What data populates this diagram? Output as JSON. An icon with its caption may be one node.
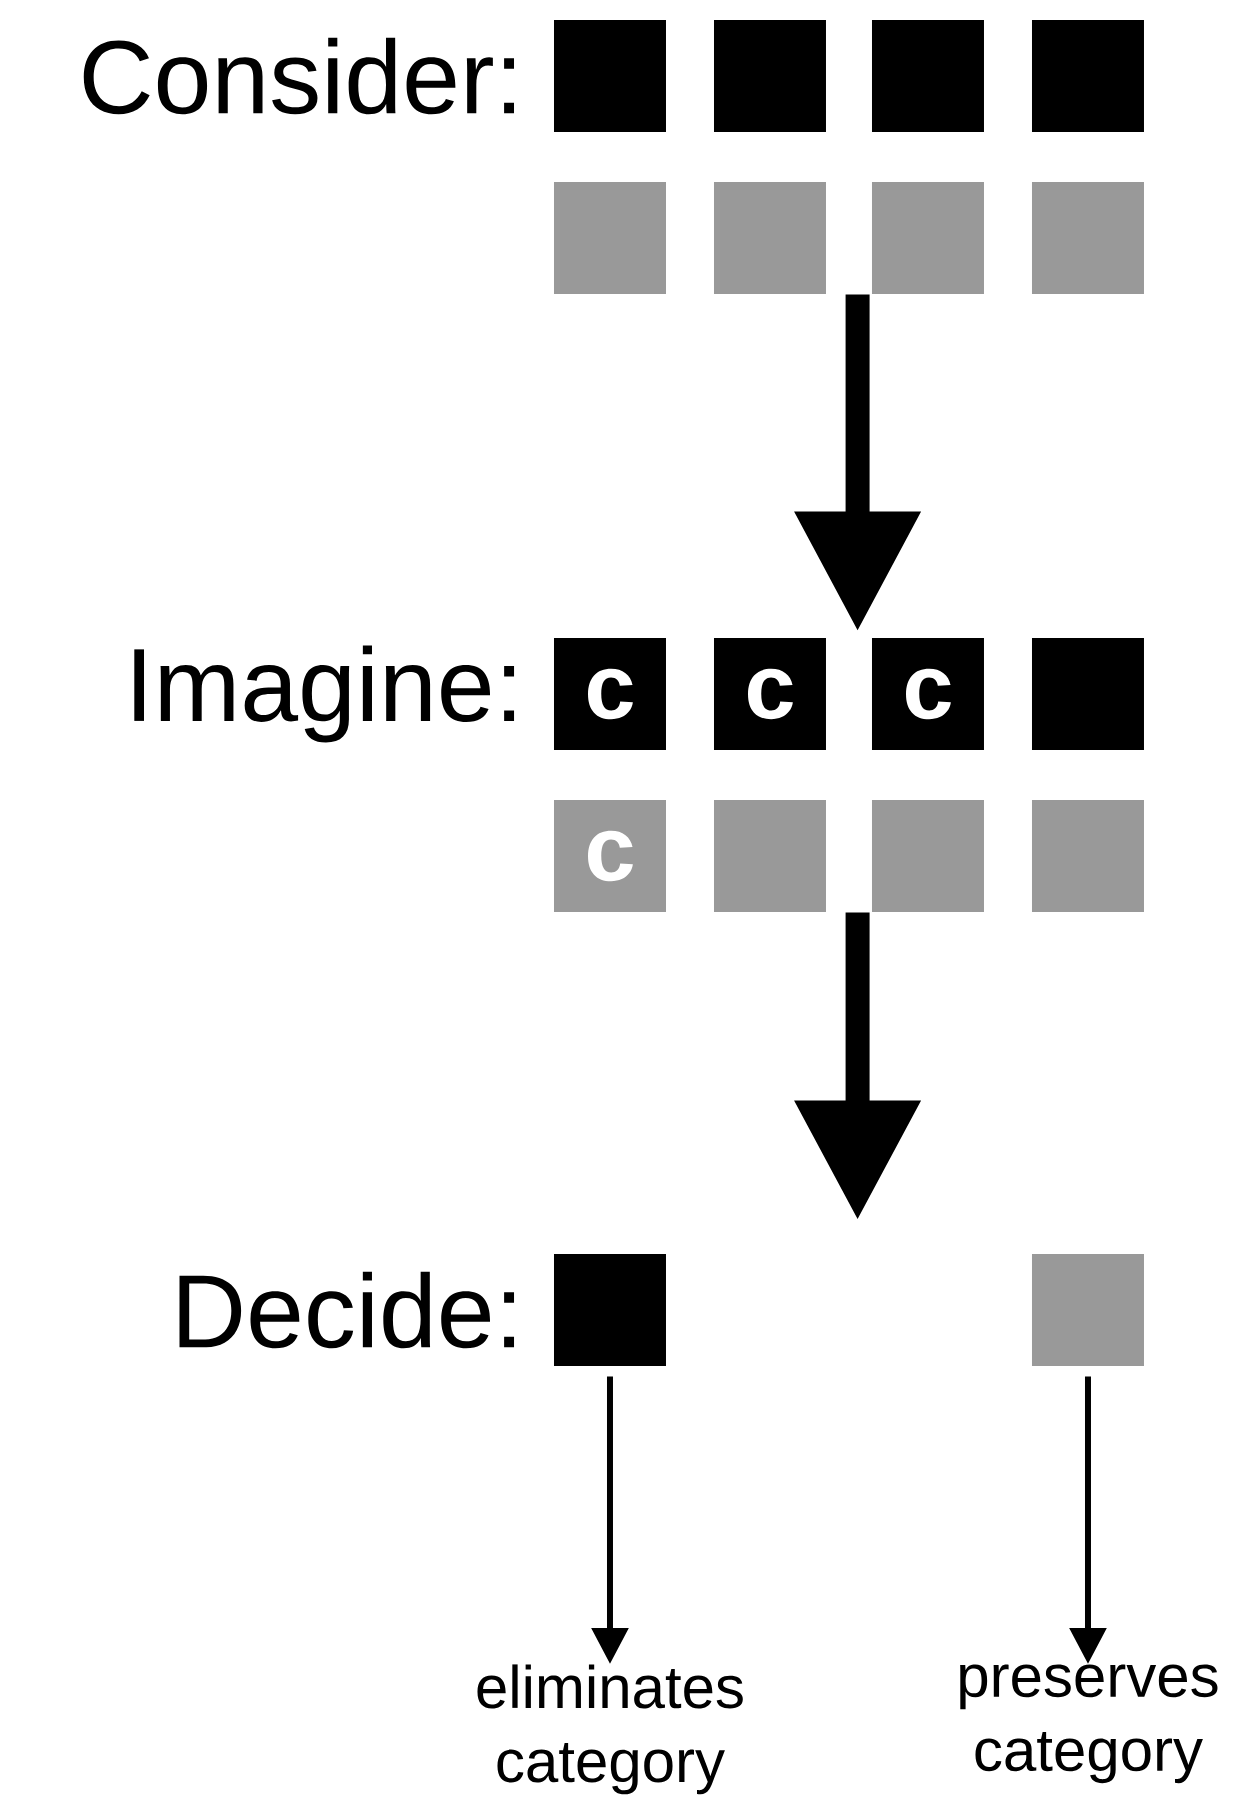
{
  "diagram": {
    "nodes": [
      {
        "text": [],
        "shape": "box"
      },
      {
        "text": [],
        "shape": "box"
      },
      {
        "text": [],
        "shape": "box"
      },
      {
        "text": [],
        "shape": "box"
      },
      {
        "text": [],
        "shape": "box"
      },
      {
        "text": [],
        "shape": "box"
      },
      {
        "text": [],
        "shape": "box"
      },
      {
        "text": [],
        "shape": "box"
      },
      {
        "text": [
          "c"
        ]
      },
      {
        "text": [
          "c"
        ]
      },
      {
        "text": [
          "c"
        ]
      },
      {
        "text": [],
        "shape": "box"
      },
      {
        "text": [
          "c"
        ]
      },
      {
        "text": [],
        "shape": "box"
      },
      {
        "text": [],
        "shape": "box"
      },
      {
        "text": [],
        "shape": "box"
      },
      {
        "text": [],
        "shape": "box"
      },
      {
        "text": [],
        "shape": "box"
      },
      {
        "text": [
          "eliminates category"
        ]
      },
      {
        "text": [
          "preserves category"
        ]
      }
    ],
    "edges": [
      {
        "from": 6,
        "to": 10,
        "arrow": "to",
        "style": "thick"
      },
      {
        "from": 14,
        "to": null,
        "arrow": "to",
        "style": "thick"
      },
      {
        "from": 16,
        "to": 18,
        "arrow": "to"
      },
      {
        "from": 17,
        "to": 19,
        "arrow": "to"
      }
    ],
    "labels": [
      "Consider:",
      "Imagine:",
      "Decide:"
    ]
  }
}
